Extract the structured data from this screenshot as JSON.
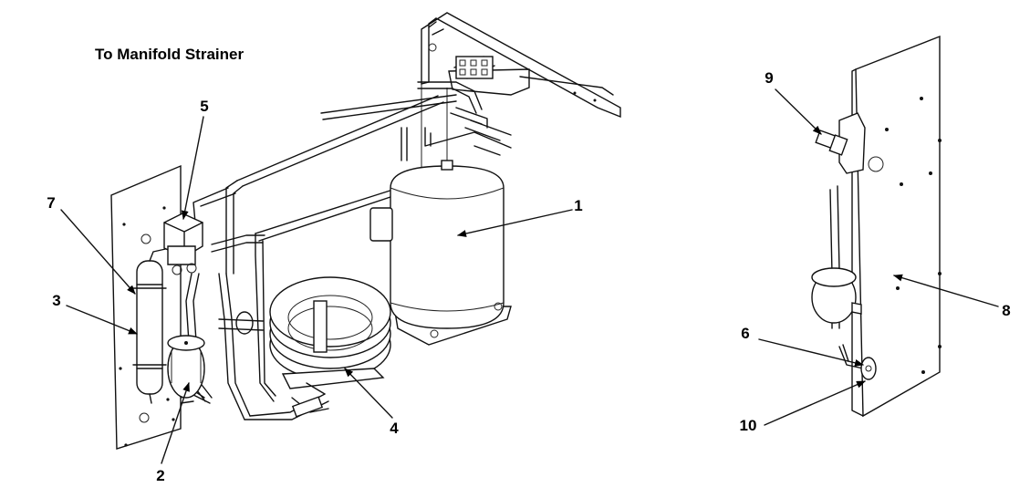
{
  "title": "To Manifold Strainer",
  "callouts": {
    "c1": "1",
    "c2": "2",
    "c3": "3",
    "c4": "4",
    "c5": "5",
    "c6": "6",
    "c7": "7",
    "c8": "8",
    "c9": "9",
    "c10": "10"
  }
}
